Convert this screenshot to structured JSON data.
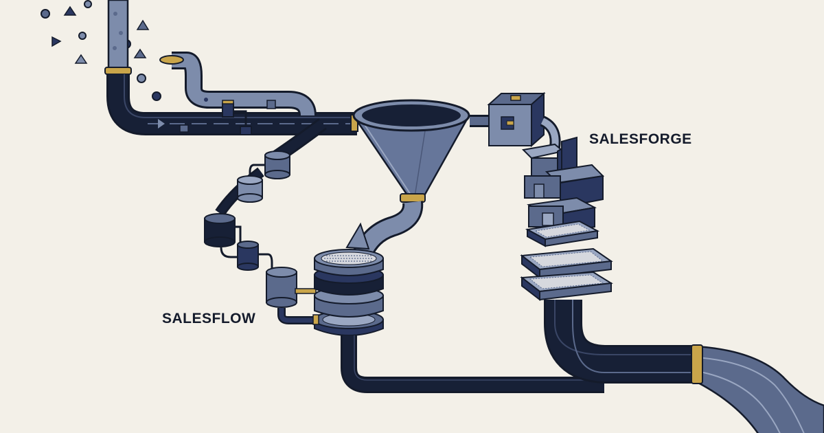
{
  "labels": {
    "salesforge": "SALESFORGE",
    "salesflow": "SALESFLOW"
  },
  "colors": {
    "background": "#f3f0e8",
    "pipe_dark": "#172036",
    "pipe_slate": "#5b6a8c",
    "pipe_light": "#7d8cab",
    "accent_gold": "#c9a54a",
    "outline": "#141b2b",
    "funnel": "#66769a"
  },
  "icons": [
    "circle-particle",
    "triangle-particle",
    "square-particle",
    "funnel",
    "cube",
    "cylinder-tank",
    "sieve-plate",
    "gold-coupling"
  ]
}
